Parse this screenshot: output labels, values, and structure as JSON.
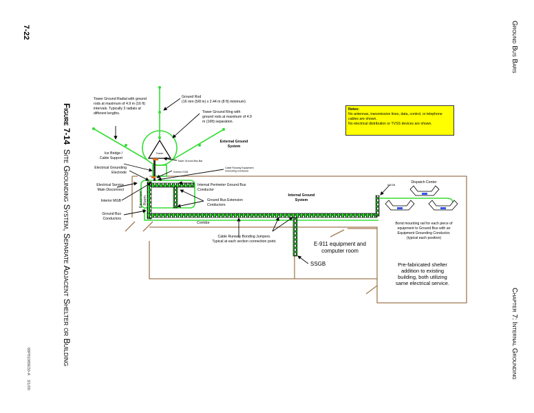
{
  "page": {
    "number": "7-22",
    "header_right": "Ground Bus Bars",
    "footer_left": "68P81089E50-A",
    "footer_date": "3/1/00",
    "footer_right": "Chapter 7: Internal Grounding"
  },
  "figure": {
    "label": "Figure 7-14",
    "title": "Site Grounding System, Separate Adjacent Shelter or Building"
  },
  "notes": {
    "title": "Notes:",
    "lines": [
      "No antennas, transmission lines, data, control, or telephone cables are shown.",
      "No electrical distribution or TVSS devices are shown."
    ]
  },
  "labels": {
    "tower_radial": [
      "Tower Ground Radial with ground",
      "rods at maximum of 4.9 m (16 ft)",
      "intervals. Typically 3 radials at",
      "different lengths."
    ],
    "ground_rod": [
      "Ground Rod",
      "(16 mm (5/8 in) x 2.44 m (8 ft) minimum)"
    ],
    "tower_ring": [
      "Tower Ground Ring with",
      "ground rods at maximum of 4.9",
      "m (16ft) separation."
    ],
    "external_ground": [
      "External Ground",
      "System"
    ],
    "tower": "Tower",
    "ice_bridge": [
      "Ice Bridge /",
      "Cable Support"
    ],
    "tower_bus_bar": "Tower Ground Bus Bar",
    "grounding_electrode": [
      "Electrical Grounding",
      "Electrode"
    ],
    "exterior_egb": "Exterior EGB",
    "cable_runway_egc": [
      "Cable Runway Equipment",
      "Grounding Conductor"
    ],
    "service_disconnect": [
      "Electrical Service",
      "Main Disconnect"
    ],
    "interior_mgb": "Interior MGB",
    "ground_bus_conductors": [
      "Ground Bus",
      "Conductors"
    ],
    "equipment_room": [
      "Equipment",
      "Room"
    ],
    "internal_perimeter": [
      "Internal Perimeter Ground Bus",
      "Conductor"
    ],
    "extension_conductors": [
      "Ground Bus Extension",
      "Conductors"
    ],
    "internal_ground": [
      "Internal Ground",
      "System"
    ],
    "corridor": "Corridor",
    "bonding_jumpers": [
      "Cable Runway Bonding Jumpers.",
      "Typical at each section connection point."
    ],
    "e911_room": [
      "E-911 equipment and",
      "computer room"
    ],
    "ssgb_main": "SSGB",
    "ssgb_dispatch": "SSGB",
    "dispatch_center": "Dispatch Center",
    "bond_rail": [
      "Bond mounting rail for each piece of",
      "equipment to Ground Bus with an",
      "Equipment Grounding Conductor.",
      "(typical each position)"
    ],
    "prefab_shelter": [
      "Pre-fabricated shelter",
      "addition to existing",
      "building, both utilizing",
      "same electrical service."
    ]
  },
  "colors": {
    "ground": "#33dd33",
    "wall": "#a07850",
    "notes_bg": "#ffff00",
    "console": "#3355ee",
    "bus_bar": "#e07020"
  }
}
